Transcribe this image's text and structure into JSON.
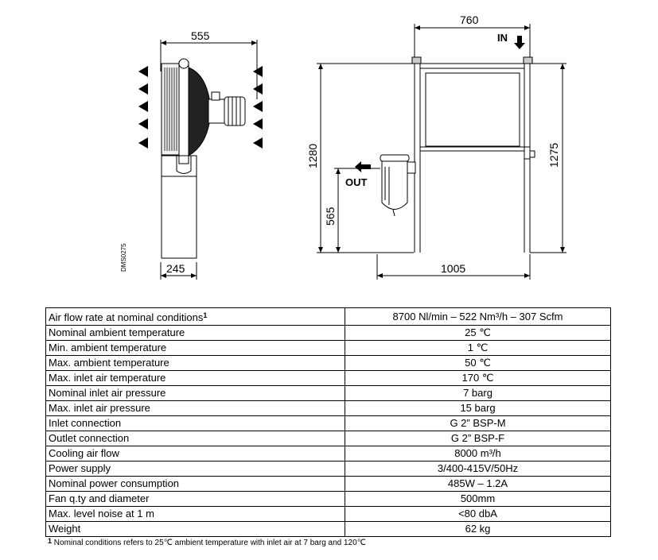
{
  "drawing": {
    "dim_side_width": "555",
    "dim_side_base": "245",
    "drawing_code": "DMS0275",
    "dim_front_width": "760",
    "dim_front_height": "1280",
    "dim_front_height_right": "1275",
    "dim_outlet_height": "565",
    "dim_overall_depth": "1005",
    "label_in": "IN",
    "label_out": "OUT"
  },
  "specs": {
    "rows": [
      {
        "param": "Air flow rate at nominal conditions",
        "note": "1",
        "value": "8700 Nl/min – 522 Nm³/h – 307 Scfm"
      },
      {
        "param": "Nominal ambient temperature",
        "value": "25 ℃"
      },
      {
        "param": "Min. ambient temperature",
        "value": "1 ℃"
      },
      {
        "param": "Max. ambient temperature",
        "value": "50 ℃"
      },
      {
        "param": "Max. inlet air temperature",
        "value": "170 ℃"
      },
      {
        "param": "Nominal inlet air pressure",
        "value": "7 barg"
      },
      {
        "param": "Max. inlet air pressure",
        "value": "15 barg"
      },
      {
        "param": "Inlet connection",
        "value": "G 2” BSP-M"
      },
      {
        "param": "Outlet connection",
        "value": "G 2” BSP-F"
      },
      {
        "param": "Cooling air flow",
        "value": "8000 m³/h"
      },
      {
        "param": "Power supply",
        "value": "3/400-415V/50Hz"
      },
      {
        "param": "Nominal power consumption",
        "value": "485W – 1.2A"
      },
      {
        "param": "Fan q.ty and diameter",
        "value": "500mm"
      },
      {
        "param": "Max. level noise at 1 m",
        "value": "<80 dbA"
      },
      {
        "param": "Weight",
        "value": "62 kg"
      }
    ]
  },
  "footnote": {
    "marker": "1",
    "text": "Nominal conditions refers to 25℃ ambient temperature  with inlet air at 7 barg and 120℃"
  }
}
